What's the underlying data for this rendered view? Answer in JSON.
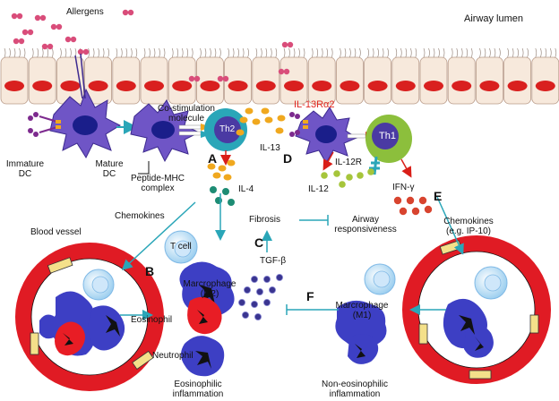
{
  "labels": {
    "allergens": "Allergens",
    "airway_lumen": "Airway lumen",
    "immature_dc_1": "Immature",
    "immature_dc_2": "DC",
    "mature_dc_1": "Mature",
    "mature_dc_2": "DC",
    "costim_1": "Co-stimulation",
    "costim_2": "molecule",
    "th2": "Th2",
    "il13": "IL-13",
    "il13ra2": "IL-13Rα2",
    "th1": "Th1",
    "il12r": "IL-12R",
    "il12": "IL-12",
    "ifng": "IFN-γ",
    "peptide_1": "Peptide-MHC",
    "peptide_2": "complex",
    "il4": "IL-4",
    "chemokines_left": "Chemokines",
    "fibrosis": "Fibrosis",
    "airway_resp_1": "Airway",
    "airway_resp_2": "responsiveness",
    "chemokines_right_1": "Chemokines",
    "chemokines_right_2": "(e.g. IP-10)",
    "blood_vessel": "Blood vessel",
    "t_cell": "T cell",
    "macrophage_m2_1": "Marcrophage",
    "macrophage_m2_2": "(M2)",
    "tgfb": "TGF-β",
    "eosinophil": "Eosinophil",
    "neutrophil": "Neutrophil",
    "eos_inflam_1": "Eosinophilic",
    "eos_inflam_2": "inflammation",
    "macrophage_m1_1": "Marcrophage",
    "macrophage_m1_2": "(M1)",
    "noneos_inflam_1": "Non-eosinophilic",
    "noneos_inflam_2": "inflammation"
  },
  "panels": {
    "A": "A",
    "B": "B",
    "C": "C",
    "D": "D",
    "E": "E",
    "F": "F"
  },
  "colors": {
    "allergen": "#d94d7a",
    "epithelium": "#f7e9dc",
    "nucleus": "#d9201f",
    "dc": "#6f55c6",
    "th2_ring": "#2aa6b8",
    "il13_dot": "#f0a81e",
    "il4_dot": "#1d8c74",
    "th1_ring": "#8cbf3c",
    "il12_dot": "#a6c53b",
    "ifng_dot": "#d8442f",
    "tgfb_dot": "#3a3590",
    "vessel": "#e01b24",
    "vessel_patch": "#f4e08a",
    "arrow_teal": "#2aa6b8",
    "arrow_red": "#d91e18",
    "macrophage": "#3d3fc4",
    "eosinophil": "#e81d25"
  }
}
